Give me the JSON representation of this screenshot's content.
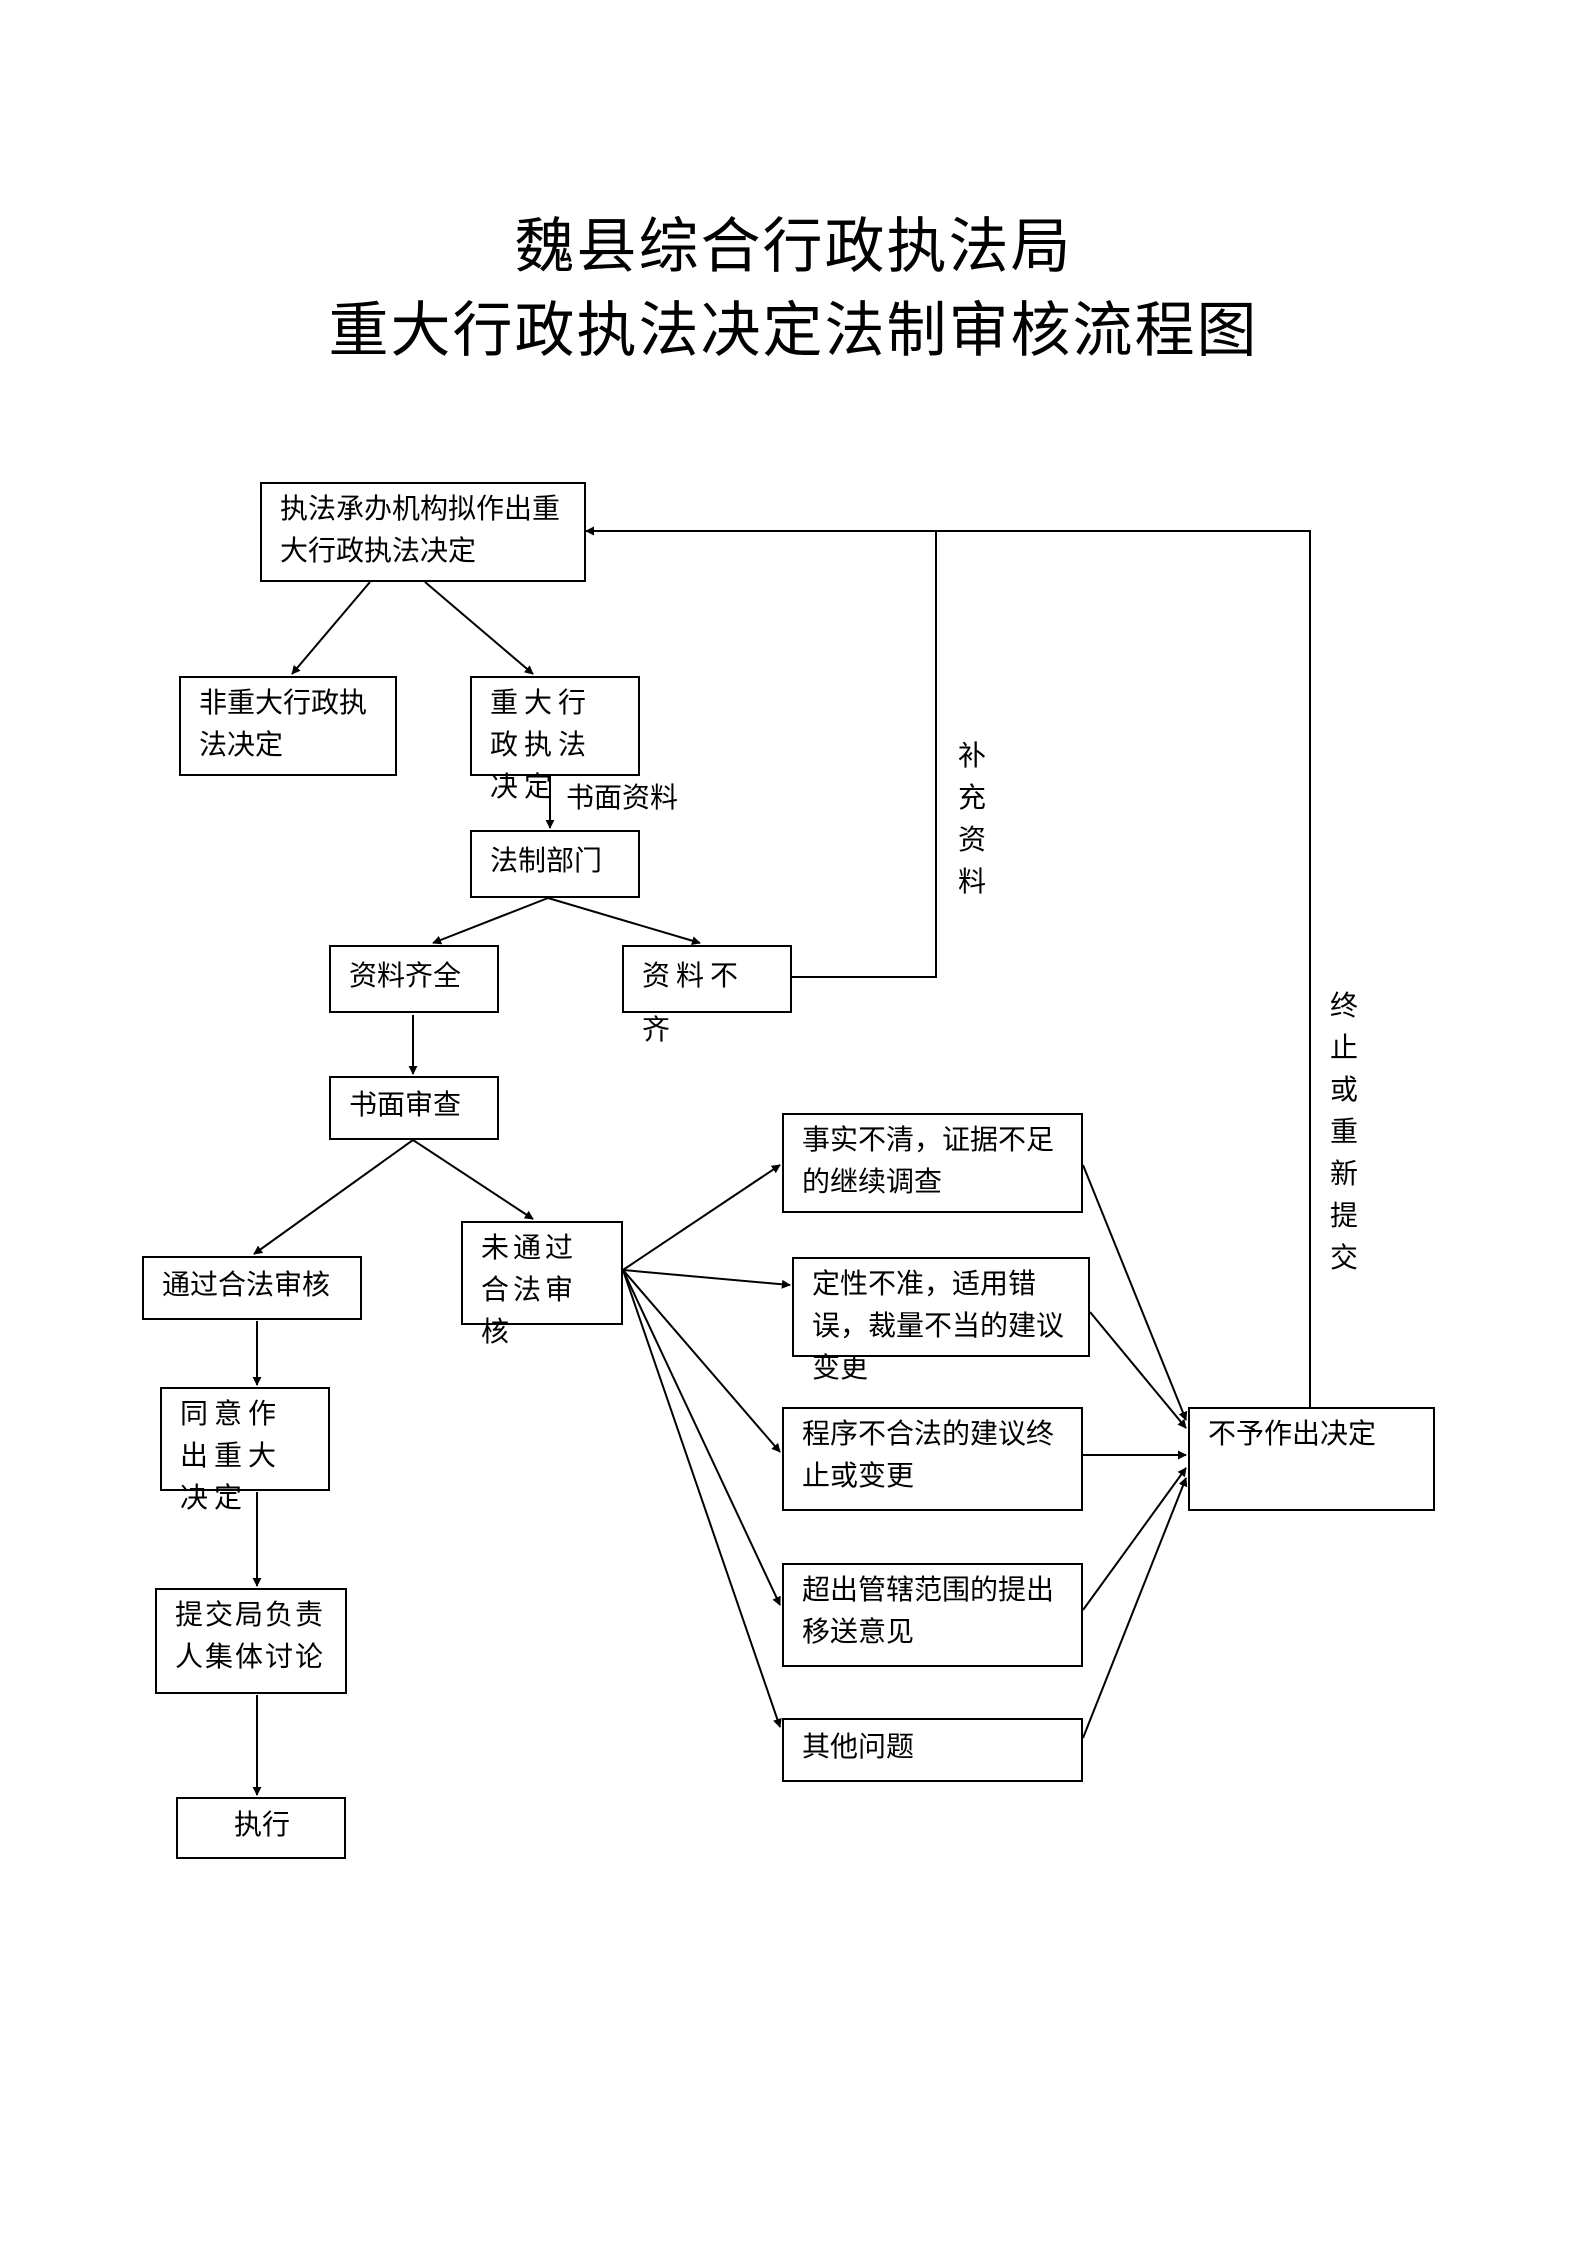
{
  "title": {
    "line1": "魏县综合行政执法局",
    "line2": "重大行政执法决定法制审核流程图"
  },
  "nodes": {
    "draft": "执法承办机构拟作出重大行政执法决定",
    "non_major": "非重大行政执法决定",
    "major": "重大行政执法决定",
    "legal_dept": "法制部门",
    "docs_complete": "资料齐全",
    "docs_incomplete": "资料不齐",
    "written_review": "书面审查",
    "passed": "通过合法审核",
    "not_passed": "未通过合法审核",
    "agree": "同意作出重大决定",
    "submit": "提交局负责人集体讨论",
    "execute": "执行",
    "facts_unclear": "事实不清，证据不足的继续调查",
    "wrong_nature": "定性不准，适用错误，裁量不当的建议变更",
    "illegal_procedure": "程序不合法的建议终止或变更",
    "out_of_jurisdiction": "超出管辖范围的提出移送意见",
    "other": "其他问题",
    "no_decision": "不予作出决定"
  },
  "labels": {
    "written_docs": "书面资料",
    "supplement": "补充资料",
    "terminate_resubmit": "终止或重新提交"
  }
}
